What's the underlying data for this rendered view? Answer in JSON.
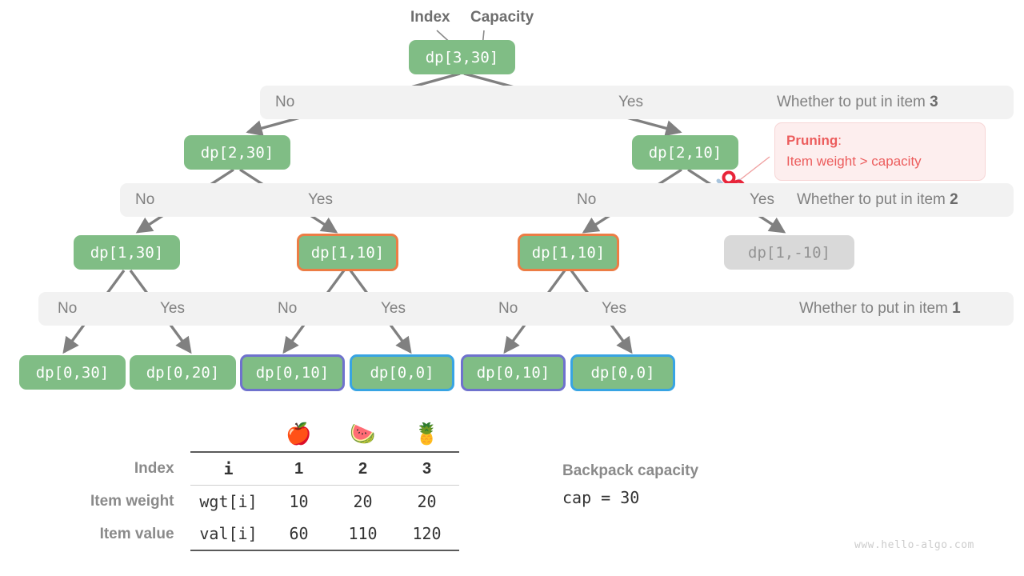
{
  "diagram": {
    "title_annotations": {
      "index_label": "Index",
      "capacity_label": "Capacity"
    },
    "nodes": {
      "root": "dp[3,30]",
      "l1_no": "dp[2,30]",
      "l1_yes": "dp[2,10]",
      "l2_a": "dp[1,30]",
      "l2_b": "dp[1,10]",
      "l2_c": "dp[1,10]",
      "l2_d": "dp[1,-10]",
      "l3_a": "dp[0,30]",
      "l3_b": "dp[0,20]",
      "l3_c": "dp[0,10]",
      "l3_d": "dp[0,0]",
      "l3_e": "dp[0,10]",
      "l3_f": "dp[0,0]"
    },
    "bands": [
      {
        "no": "No",
        "yes": "Yes",
        "question": "Whether to put in item ",
        "item": "3"
      },
      {
        "no": "No",
        "yes": "Yes",
        "question": "Whether to put in item ",
        "item": "2"
      },
      {
        "no": "No",
        "yes": "Yes",
        "question": "Whether to put in item ",
        "item": "1"
      }
    ],
    "band2_labels": {
      "no1": "No",
      "yes1": "Yes",
      "no2": "No",
      "yes2": "Yes"
    },
    "band3_labels": {
      "no1": "No",
      "yes1": "Yes",
      "no2": "No",
      "yes2": "Yes",
      "no3": "No",
      "yes3": "Yes"
    },
    "pruning": {
      "title": "Pruning",
      "colon": ":",
      "reason": "Item weight > capacity"
    },
    "colors": {
      "node_green": "#80bd85",
      "node_muted": "#d9d9d9",
      "border_orange": "#ec7d45",
      "border_purple": "#6f72cd",
      "border_blue": "#38a4e3",
      "band_bg": "#f2f2f2",
      "edge_gray": "#808080",
      "prune_red": "#ec5d5d",
      "prune_bg": "#fdeeee"
    }
  },
  "table": {
    "emojis": [
      "🍎",
      "🍉",
      "🍍"
    ],
    "rows": [
      {
        "label": "Index",
        "code": "i",
        "values": [
          "1",
          "2",
          "3"
        ]
      },
      {
        "label": "Item weight",
        "code": "wgt[i]",
        "values": [
          "10",
          "20",
          "20"
        ]
      },
      {
        "label": "Item value",
        "code": "val[i]",
        "values": [
          "60",
          "110",
          "120"
        ]
      }
    ]
  },
  "capacity": {
    "title": "Backpack capacity",
    "code": "cap = 30"
  },
  "watermark": "www.hello-algo.com"
}
